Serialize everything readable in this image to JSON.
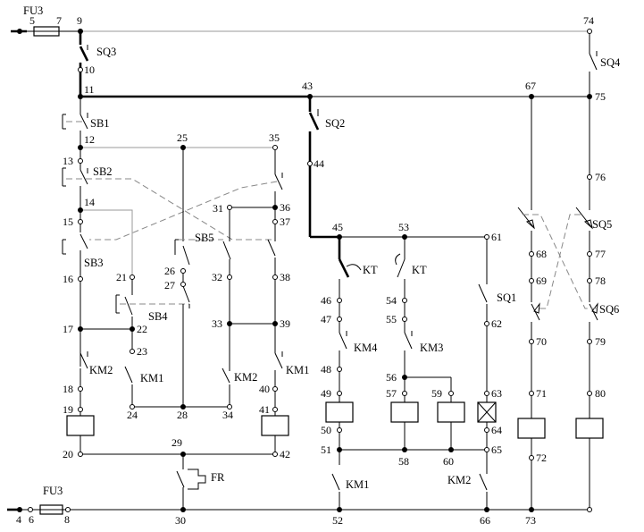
{
  "fuses": {
    "top": "FU3",
    "bottom": "FU3"
  },
  "nodes": {
    "n4": "4",
    "n5": "5",
    "n6": "6",
    "n7": "7",
    "n8": "8",
    "n9": "9",
    "n10": "10",
    "n11": "11",
    "n12": "12",
    "n13": "13",
    "n14": "14",
    "n15": "15",
    "n16": "16",
    "n17": "17",
    "n18": "18",
    "n19": "19",
    "n20": "20",
    "n21": "21",
    "n22": "22",
    "n23": "23",
    "n24": "24",
    "n25": "25",
    "n26": "26",
    "n27": "27",
    "n28": "28",
    "n29": "29",
    "n30": "30",
    "n31": "31",
    "n32": "32",
    "n33": "33",
    "n34": "34",
    "n35": "35",
    "n36": "36",
    "n37": "37",
    "n38": "38",
    "n39": "39",
    "n40": "40",
    "n41": "41",
    "n42": "42",
    "n43": "43",
    "n44": "44",
    "n45": "45",
    "n46": "46",
    "n47": "47",
    "n48": "48",
    "n49": "49",
    "n50": "50",
    "n51": "51",
    "n52": "52",
    "n53": "53",
    "n54": "54",
    "n55": "55",
    "n56": "56",
    "n57": "57",
    "n58": "58",
    "n59": "59",
    "n60": "60",
    "n61": "61",
    "n62": "62",
    "n63": "63",
    "n64": "64",
    "n65": "65",
    "n66": "66",
    "n67": "67",
    "n68": "68",
    "n69": "69",
    "n70": "70",
    "n71": "71",
    "n72": "72",
    "n73": "73",
    "n74": "74",
    "n75": "75",
    "n76": "76",
    "n77": "77",
    "n78": "78",
    "n79": "79",
    "n80": "80"
  },
  "components": {
    "sq3": "SQ3",
    "sq4": "SQ4",
    "sq2": "SQ2",
    "sq5": "SQ5",
    "sq6": "SQ6",
    "sq1": "SQ1",
    "sb1": "SB1",
    "sb2": "SB2",
    "sb3": "SB3",
    "sb4": "SB4",
    "sb5": "SB5",
    "km1": "KM1",
    "km2": "KM2",
    "km3": "KM3",
    "km4": "KM4",
    "kt": "KT",
    "fr": "FR"
  }
}
